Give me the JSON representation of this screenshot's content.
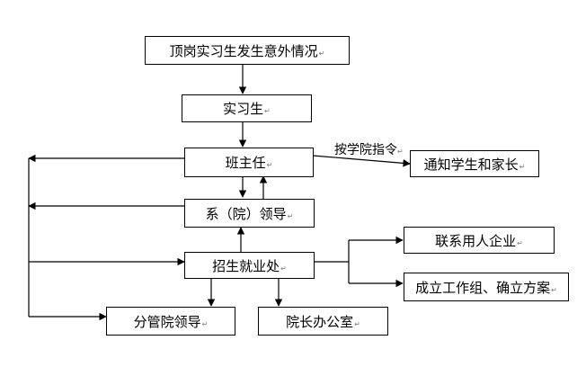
{
  "diagram": {
    "nodes": {
      "accident": "顶岗实习生发生意外情况",
      "intern": "实习生",
      "headteacher": "班主任",
      "dept_leader": "系（院）领导",
      "employment_office": "招生就业处",
      "notify": "通知学生和家长",
      "contact_company": "联系用人企业",
      "working_group": "成立工作组、确立方案",
      "college_leader": "分管院领导",
      "president_office": "院长办公室"
    },
    "paragraph_mark": "↵",
    "edge_labels": {
      "by_instruction": "按学院指令"
    }
  }
}
